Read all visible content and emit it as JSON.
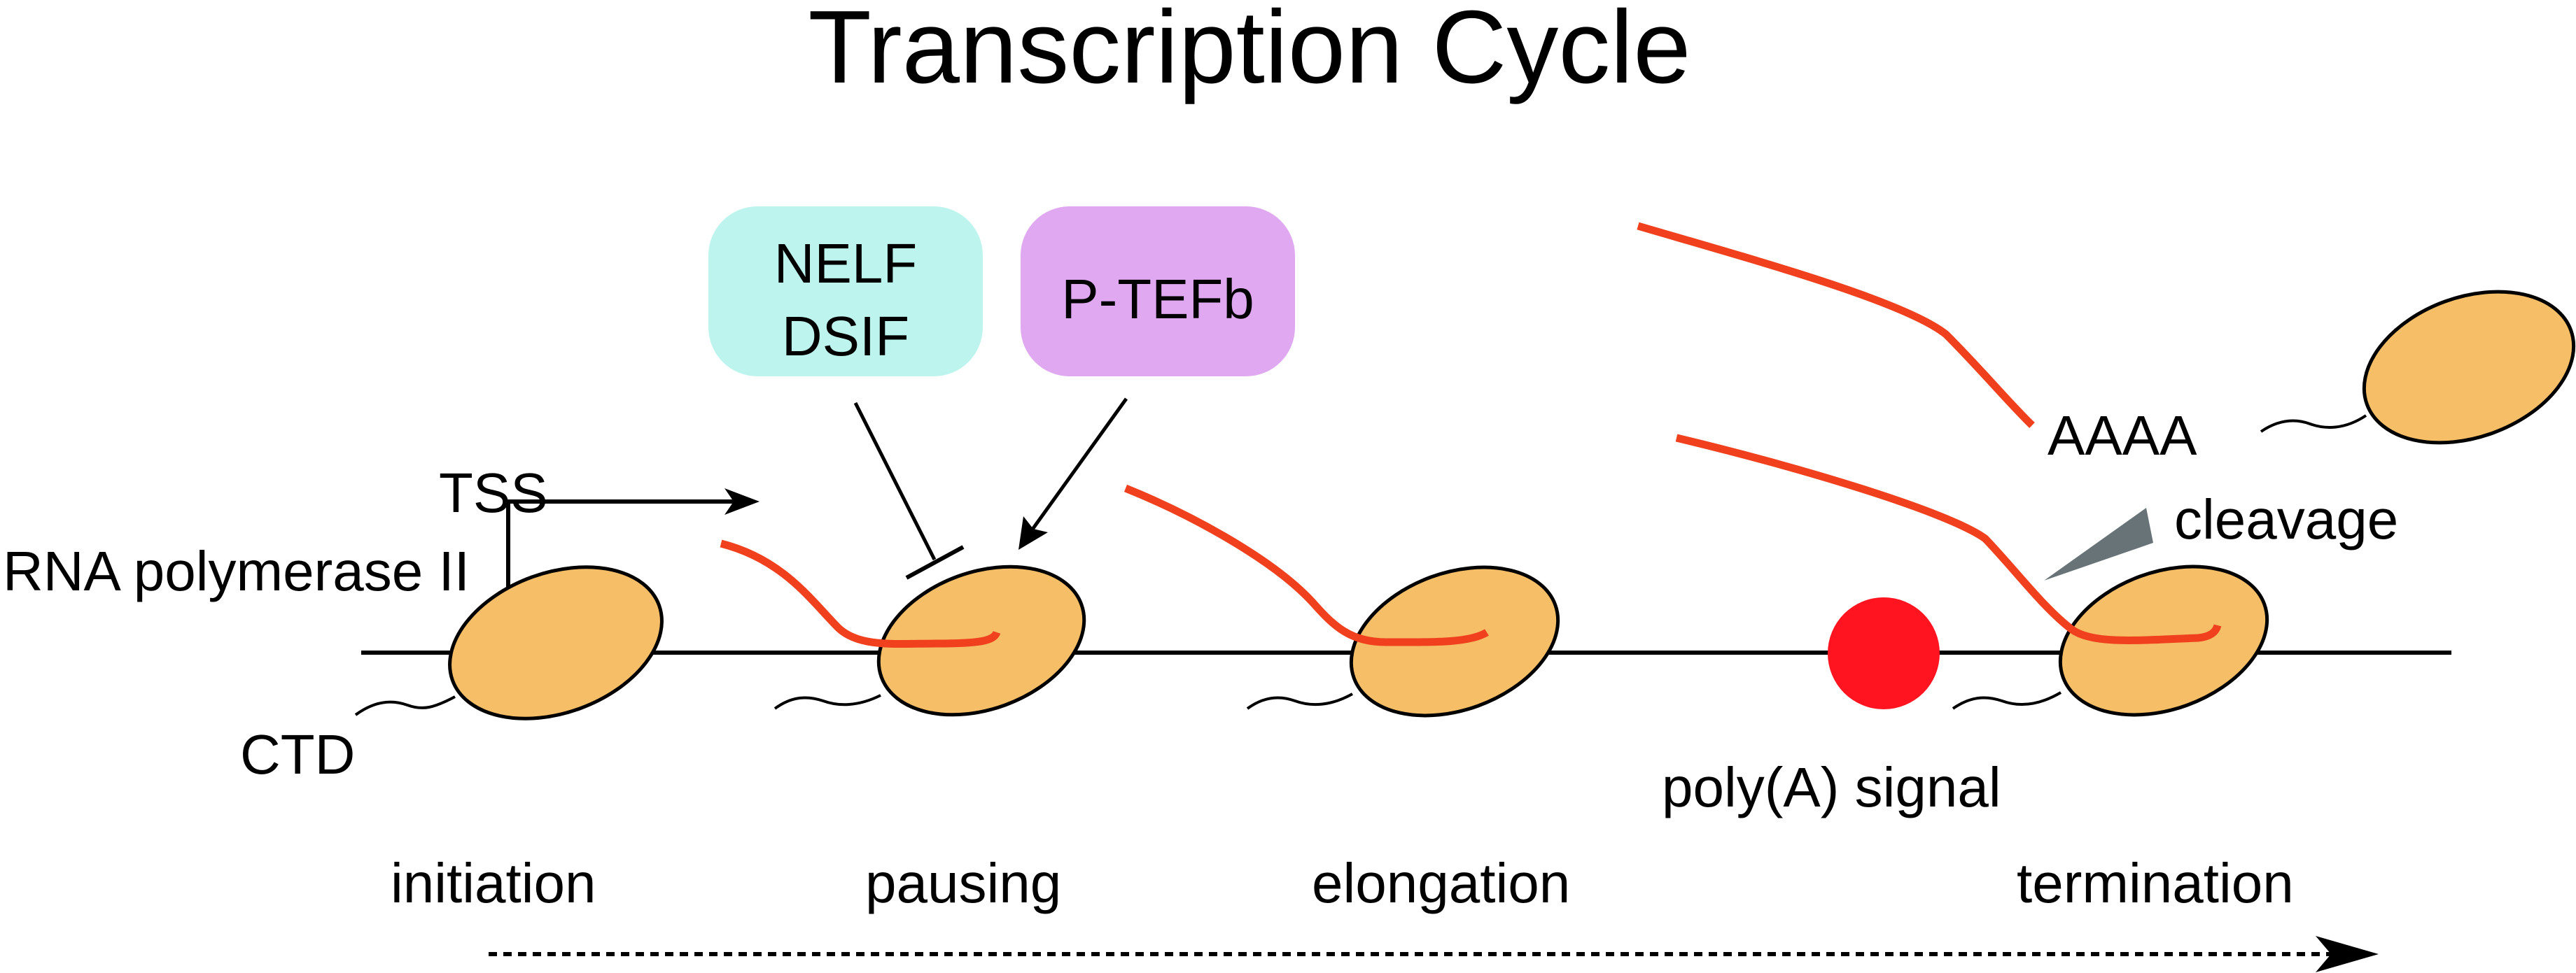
{
  "title": "Transcription Cycle",
  "labels": {
    "tss": "TSS",
    "rna_polymerase": "RNA polymerase II",
    "ctd": "CTD",
    "poly_a_signal": "poly(A) signal",
    "aaaa": "AAAA",
    "cleavage": "cleavage"
  },
  "factors": {
    "nelf_dsif": {
      "line1": "NELF",
      "line2": "DSIF",
      "color": "#BDF4EE"
    },
    "ptefb": {
      "line1": "P-TEFb",
      "color": "#DFA8F1"
    }
  },
  "stages": [
    "initiation",
    "pausing",
    "elongation",
    "termination"
  ],
  "colors": {
    "polymerase": "#F5BE67",
    "rna": "#F0401E",
    "poly_a_dot": "#FF1420",
    "cleavage_wedge": "#687378",
    "line": "#000000"
  }
}
